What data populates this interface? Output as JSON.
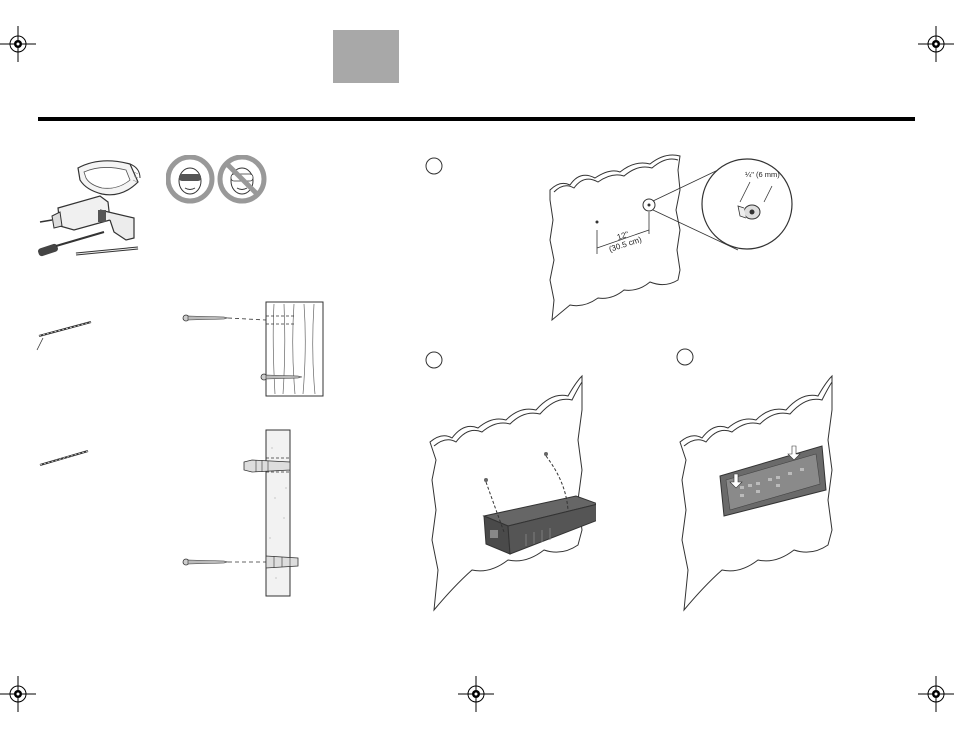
{
  "steps": {
    "hole_spacing_label": "12\"",
    "hole_spacing_metric": "(30.5 cm)",
    "hole_depth_label": "¼\" (6 mm)"
  },
  "colors": {
    "header_rule": "#000000",
    "tab_gray": "#a8a8a8",
    "line": "#333333",
    "device_dark": "#4a4a4a"
  }
}
